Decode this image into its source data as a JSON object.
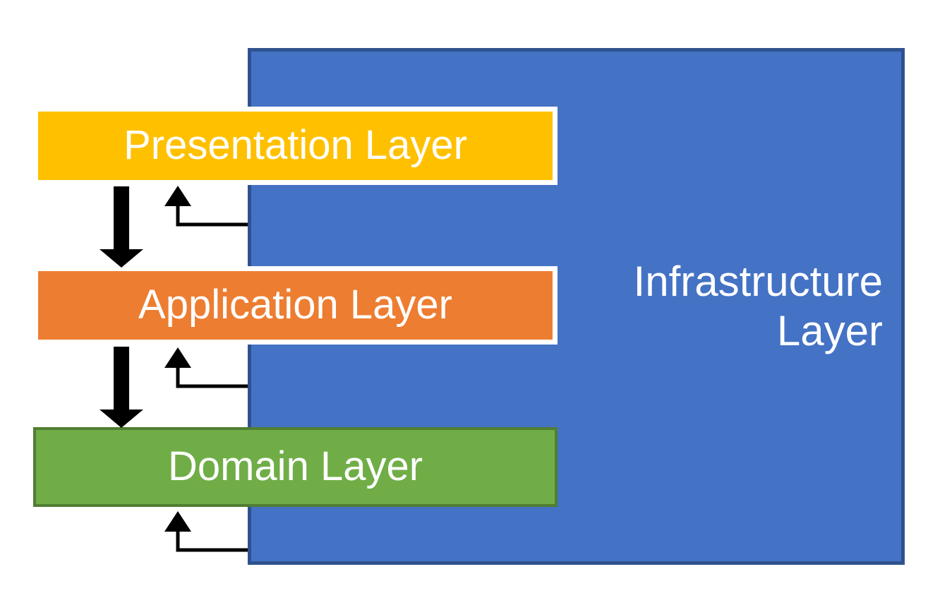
{
  "diagram": {
    "title": "Layered Architecture Diagram",
    "type": "layered-architecture",
    "background_color": "#FFFFFF",
    "layers": [
      {
        "id": "presentation",
        "label": "Presentation Layer",
        "fill_color": "#FFC000",
        "border_color": "#FFFFFF",
        "text_color": "#FFFFFF"
      },
      {
        "id": "application",
        "label": "Application Layer",
        "fill_color": "#ED7D31",
        "border_color": "#FFFFFF",
        "text_color": "#FFFFFF"
      },
      {
        "id": "domain",
        "label": "Domain Layer",
        "fill_color": "#70AD47",
        "border_color": "#507E32",
        "text_color": "#FFFFFF"
      },
      {
        "id": "infrastructure",
        "label": "Infrastructure Layer",
        "fill_color": "#4472C4",
        "border_color": "#2F528F",
        "text_color": "#FFFFFF"
      }
    ],
    "connectors": [
      {
        "id": "presentation-to-application",
        "kind": "thick-down-arrow",
        "color": "#000000",
        "from": "Presentation Layer",
        "to": "Application Layer"
      },
      {
        "id": "infrastructure-to-presentation",
        "kind": "thin-hook-up-arrow",
        "color": "#000000",
        "from": "Infrastructure Layer",
        "to": "Presentation Layer"
      },
      {
        "id": "application-to-domain",
        "kind": "thick-down-arrow",
        "color": "#000000",
        "from": "Application Layer",
        "to": "Domain Layer"
      },
      {
        "id": "infrastructure-to-application",
        "kind": "thin-hook-up-arrow",
        "color": "#000000",
        "from": "Infrastructure Layer",
        "to": "Application Layer"
      },
      {
        "id": "infrastructure-to-domain",
        "kind": "thin-hook-up-arrow",
        "color": "#000000",
        "from": "Infrastructure Layer",
        "to": "Domain Layer"
      }
    ]
  }
}
